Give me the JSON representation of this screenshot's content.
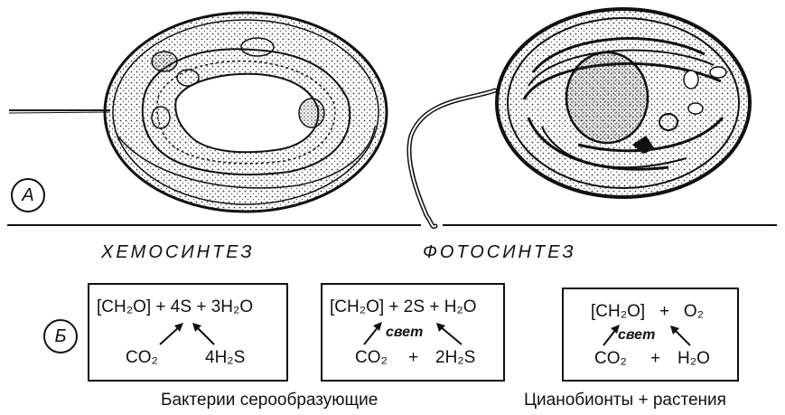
{
  "figure": {
    "label_a": "А",
    "label_b": "Б"
  },
  "headings": {
    "left": "ХЕМОСИНТЕЗ",
    "right": "ФОТОСИНТЕЗ"
  },
  "equations": [
    {
      "top": "[CH₂O] + 4S + 3H₂O",
      "bottom_left": "CO₂",
      "bottom_right": "4H₂S",
      "middle": ""
    },
    {
      "top": "[CH₂O] + 2S + H₂O",
      "bottom_left": "CO₂",
      "plus": "+",
      "bottom_right": "2H₂S",
      "middle": "свет"
    },
    {
      "top": "[CH₂O]   +   O₂",
      "bottom_left": "CO₂",
      "plus": "+",
      "bottom_right": "H₂O",
      "middle": "свет"
    }
  ],
  "captions": {
    "left": "Бактерии серообразующие",
    "right": "Цианобионты + растения"
  }
}
